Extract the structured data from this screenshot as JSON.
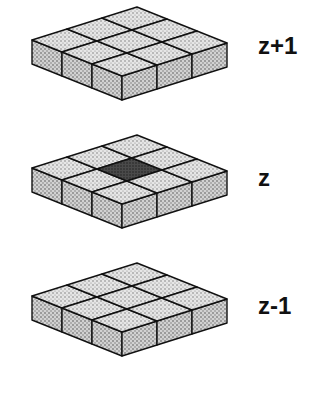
{
  "diagram": {
    "labels": [
      "z+1",
      "z",
      "z-1"
    ]
  }
}
